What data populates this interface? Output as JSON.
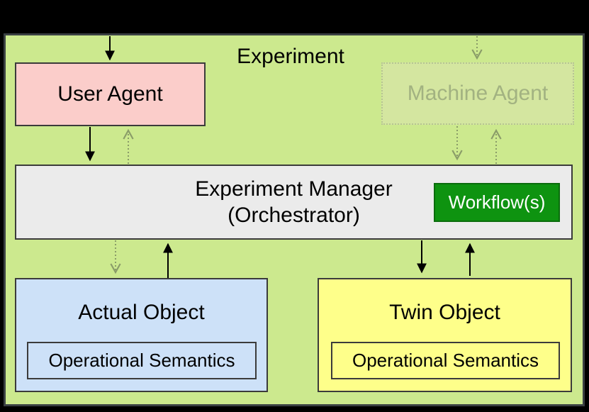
{
  "diagram": {
    "title": "Experiment",
    "nodes": {
      "user_agent": {
        "label": "User Agent"
      },
      "machine_agent": {
        "label": "Machine Agent",
        "state": "inactive"
      },
      "experiment_manager": {
        "line1": "Experiment Manager",
        "line2": "(Orchestrator)"
      },
      "workflow": {
        "label": "Workflow(s)"
      },
      "actual_object": {
        "label": "Actual Object",
        "sub": "Operational Semantics"
      },
      "twin_object": {
        "label": "Twin Object",
        "sub": "Operational Semantics"
      }
    },
    "colors": {
      "outer_background": "#000000",
      "canvas_background": "#cce98e",
      "frame_border": "#3a4043",
      "user_agent_fill": "#fbcdca",
      "machine_agent_fill": "#d4e6a0",
      "machine_agent_text": "#a2b281",
      "manager_fill": "#ebebeb",
      "workflow_fill": "#0e9310",
      "workflow_text": "#ffffff",
      "actual_object_fill": "#cde1f8",
      "twin_object_fill": "#feff8a",
      "solid_edge": "#000000",
      "dotted_edge": "#8a9c68"
    }
  }
}
